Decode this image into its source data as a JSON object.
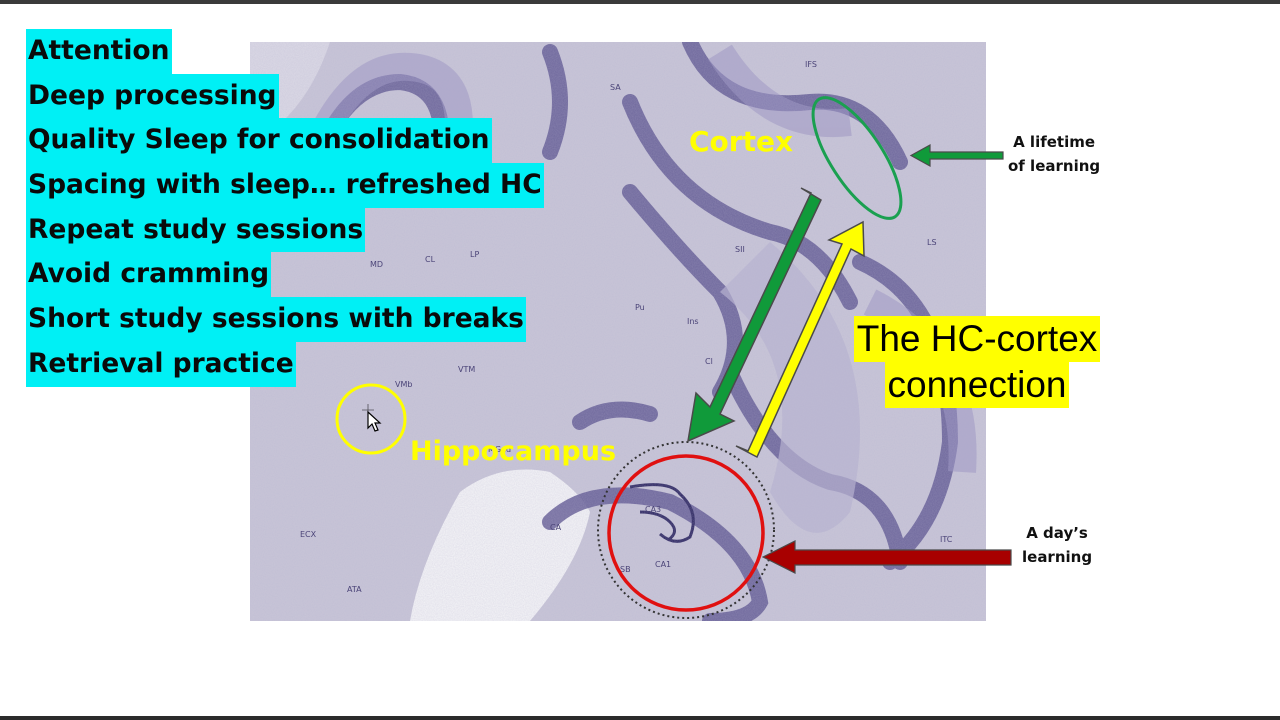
{
  "slide": {
    "strategies": [
      "Attention",
      "Deep processing",
      "Quality Sleep for consolidation",
      "Spacing with sleep… refreshed HC",
      "Repeat study sessions",
      "Avoid cramming",
      "Short study sessions with breaks",
      "Retrieval practice"
    ],
    "labels": {
      "cortex": "Cortex",
      "hippocampus": "Hippocampus",
      "connection_line1": "The HC-cortex",
      "connection_line2": "connection",
      "lifetime_line1": "A lifetime",
      "lifetime_line2": "of learning",
      "day_line1": "A day’s",
      "day_line2": "learning"
    },
    "colors": {
      "highlight_cyan": "#00f0f5",
      "label_yellow": "#ffff00",
      "arrow_green": "#109a3a",
      "arrow_yellow": "#ffff00",
      "arrow_red": "#a80000",
      "circle_red": "#e01010",
      "ellipse_green": "#1aa050",
      "tissue_purple": "#7a73a8"
    },
    "icons": [
      "mouse-cursor-icon"
    ]
  }
}
